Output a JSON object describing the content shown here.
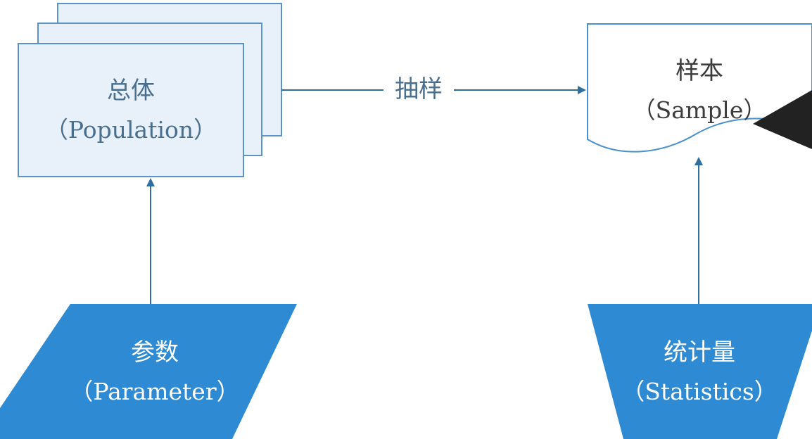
{
  "nodes": {
    "population": {
      "title": "总体",
      "subtitle": "（Population）"
    },
    "sample": {
      "title": "样本",
      "subtitle": "（Sample）"
    },
    "parameter": {
      "title": "参数",
      "subtitle": "（Parameter）"
    },
    "statistics": {
      "title": "统计量",
      "subtitle": "（Statistics）"
    }
  },
  "edges": {
    "sampling": {
      "label": "抽样"
    }
  },
  "colors": {
    "accent": "#2e8ad2",
    "population_fill": "#e8f0fa",
    "population_stroke": "#5d92c8",
    "sample_stroke": "#4a90d0",
    "arrow": "#2f6f9f"
  }
}
